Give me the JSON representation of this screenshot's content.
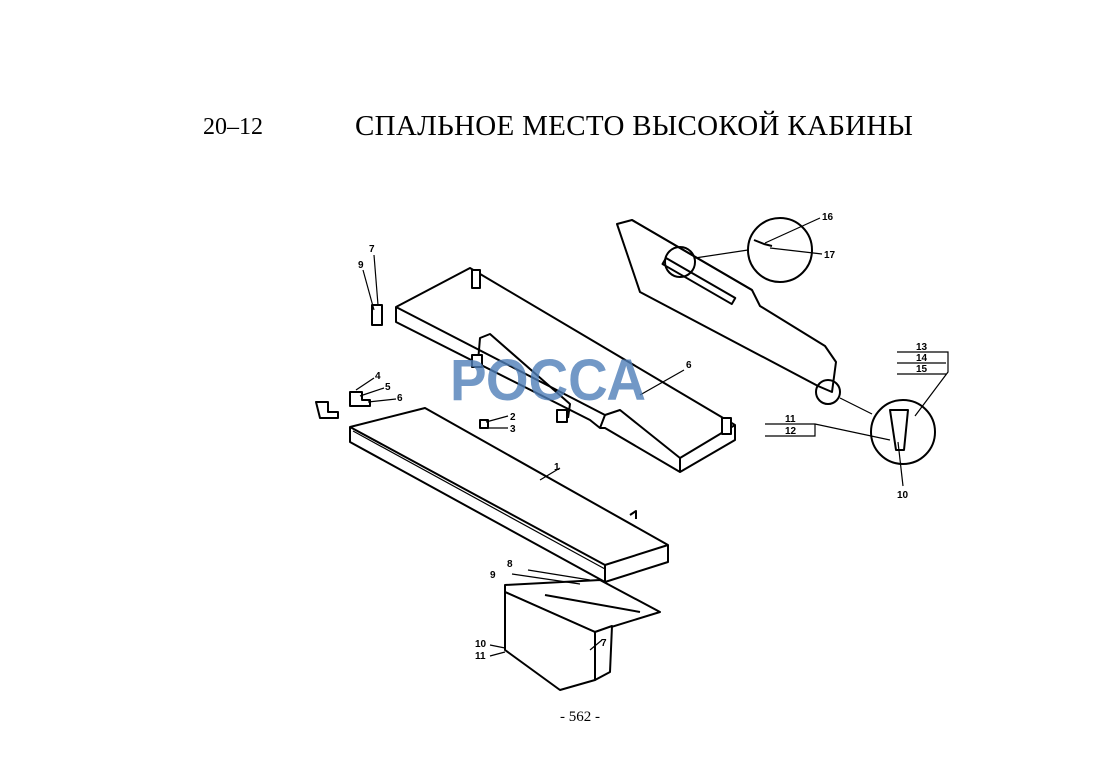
{
  "header": {
    "section": "20–12",
    "title": "СПАЛЬНОЕ МЕСТО ВЫСОКОЙ   КАБИНЫ"
  },
  "footer": {
    "page": "- 562 -"
  },
  "watermark": {
    "text": "РОССА",
    "color": "#4f7fb8"
  },
  "diagram": {
    "callouts": {
      "upper_bunk": {
        "l7": "7",
        "l9": "9",
        "l6": "6"
      },
      "brackets": {
        "l4": "4",
        "l5": "5",
        "l6": "6",
        "l2": "2",
        "l3": "3"
      },
      "lower_bunk": {
        "l1": "1"
      },
      "side_panel": {
        "l16": "16",
        "l17": "17",
        "l13": "13",
        "l14": "14",
        "l15": "15",
        "l11": "11",
        "l12": "12",
        "l10": "10"
      },
      "drawer": {
        "l8": "8",
        "l9": "9",
        "l10": "10",
        "l11": "11",
        "l7": "7"
      }
    }
  }
}
